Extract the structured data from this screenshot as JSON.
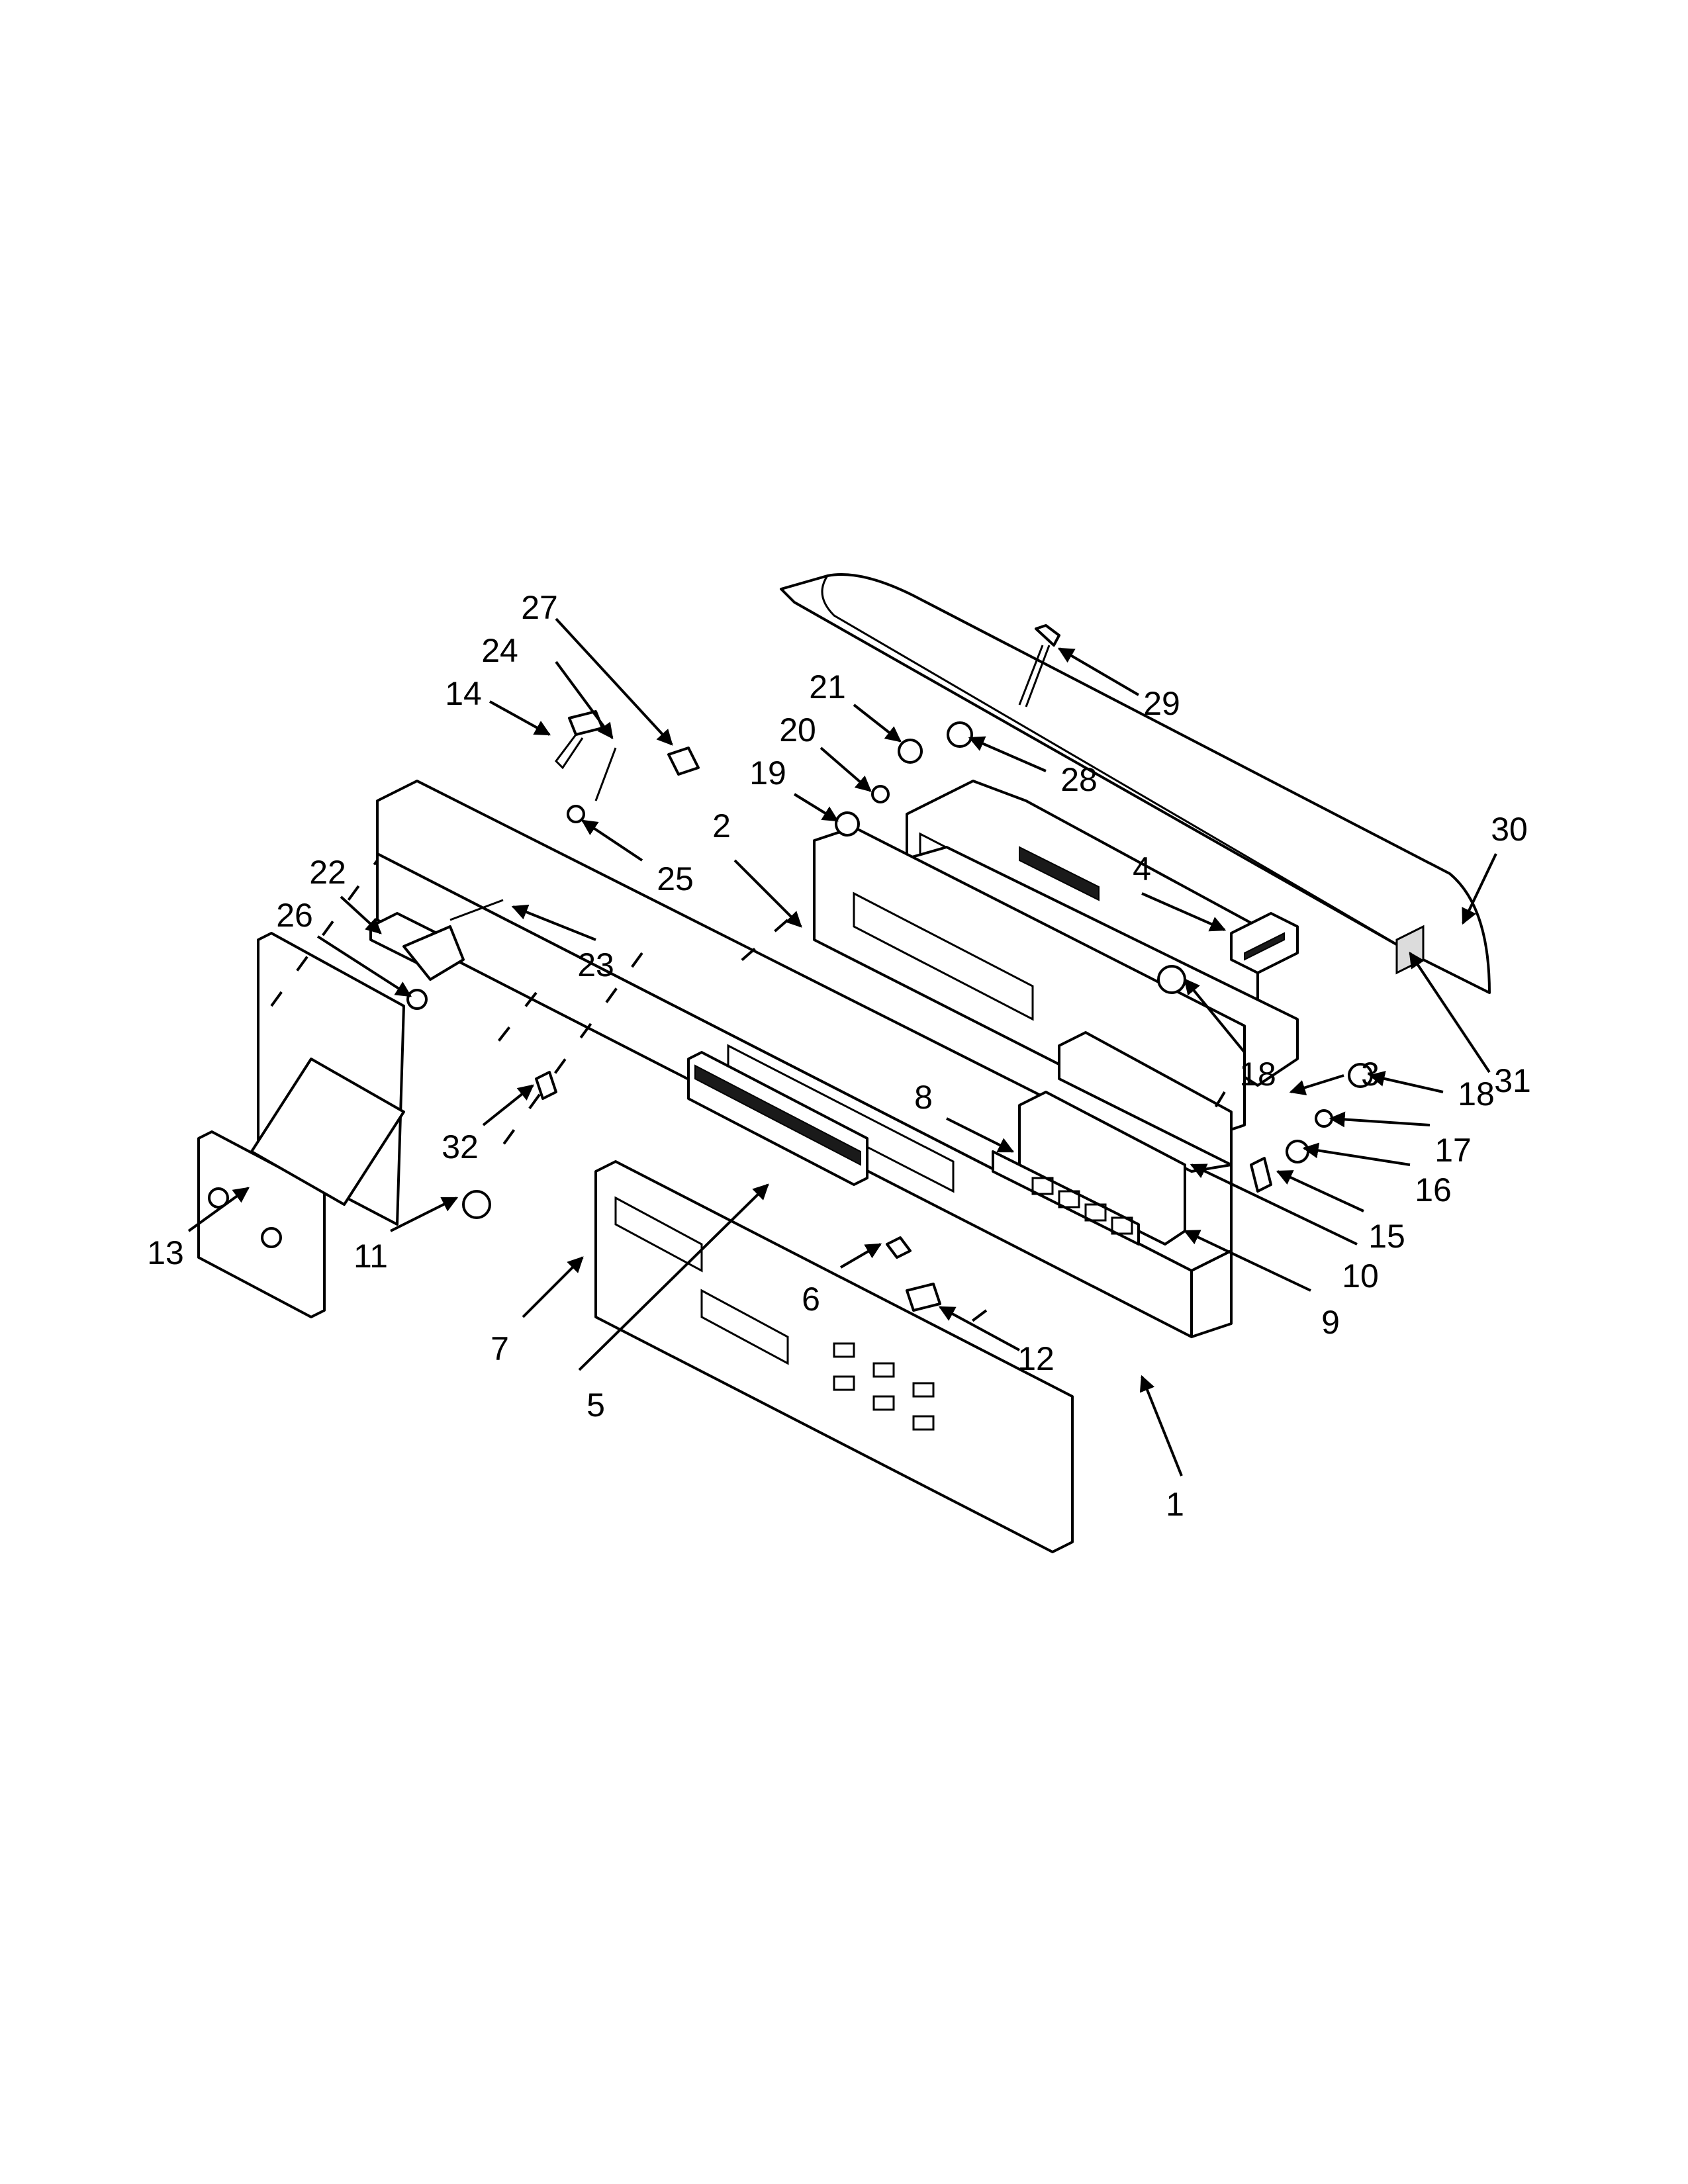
{
  "callouts": [
    {
      "id": "c1",
      "label": "1"
    },
    {
      "id": "c2",
      "label": "2"
    },
    {
      "id": "c3",
      "label": "3"
    },
    {
      "id": "c4",
      "label": "4"
    },
    {
      "id": "c5",
      "label": "5"
    },
    {
      "id": "c6",
      "label": "6"
    },
    {
      "id": "c7",
      "label": "7"
    },
    {
      "id": "c8",
      "label": "8"
    },
    {
      "id": "c9",
      "label": "9"
    },
    {
      "id": "c10",
      "label": "10"
    },
    {
      "id": "c11",
      "label": "11"
    },
    {
      "id": "c12",
      "label": "12"
    },
    {
      "id": "c13",
      "label": "13"
    },
    {
      "id": "c14",
      "label": "14"
    },
    {
      "id": "c15",
      "label": "15"
    },
    {
      "id": "c16",
      "label": "16"
    },
    {
      "id": "c17",
      "label": "17"
    },
    {
      "id": "c18a",
      "label": "18"
    },
    {
      "id": "c18b",
      "label": "18"
    },
    {
      "id": "c19",
      "label": "19"
    },
    {
      "id": "c20",
      "label": "20"
    },
    {
      "id": "c21",
      "label": "21"
    },
    {
      "id": "c22",
      "label": "22"
    },
    {
      "id": "c23",
      "label": "23"
    },
    {
      "id": "c24",
      "label": "24"
    },
    {
      "id": "c25",
      "label": "25"
    },
    {
      "id": "c26",
      "label": "26"
    },
    {
      "id": "c27",
      "label": "27"
    },
    {
      "id": "c28",
      "label": "28"
    },
    {
      "id": "c29",
      "label": "29"
    },
    {
      "id": "c30",
      "label": "30"
    },
    {
      "id": "c31",
      "label": "31"
    },
    {
      "id": "c32",
      "label": "32"
    }
  ]
}
